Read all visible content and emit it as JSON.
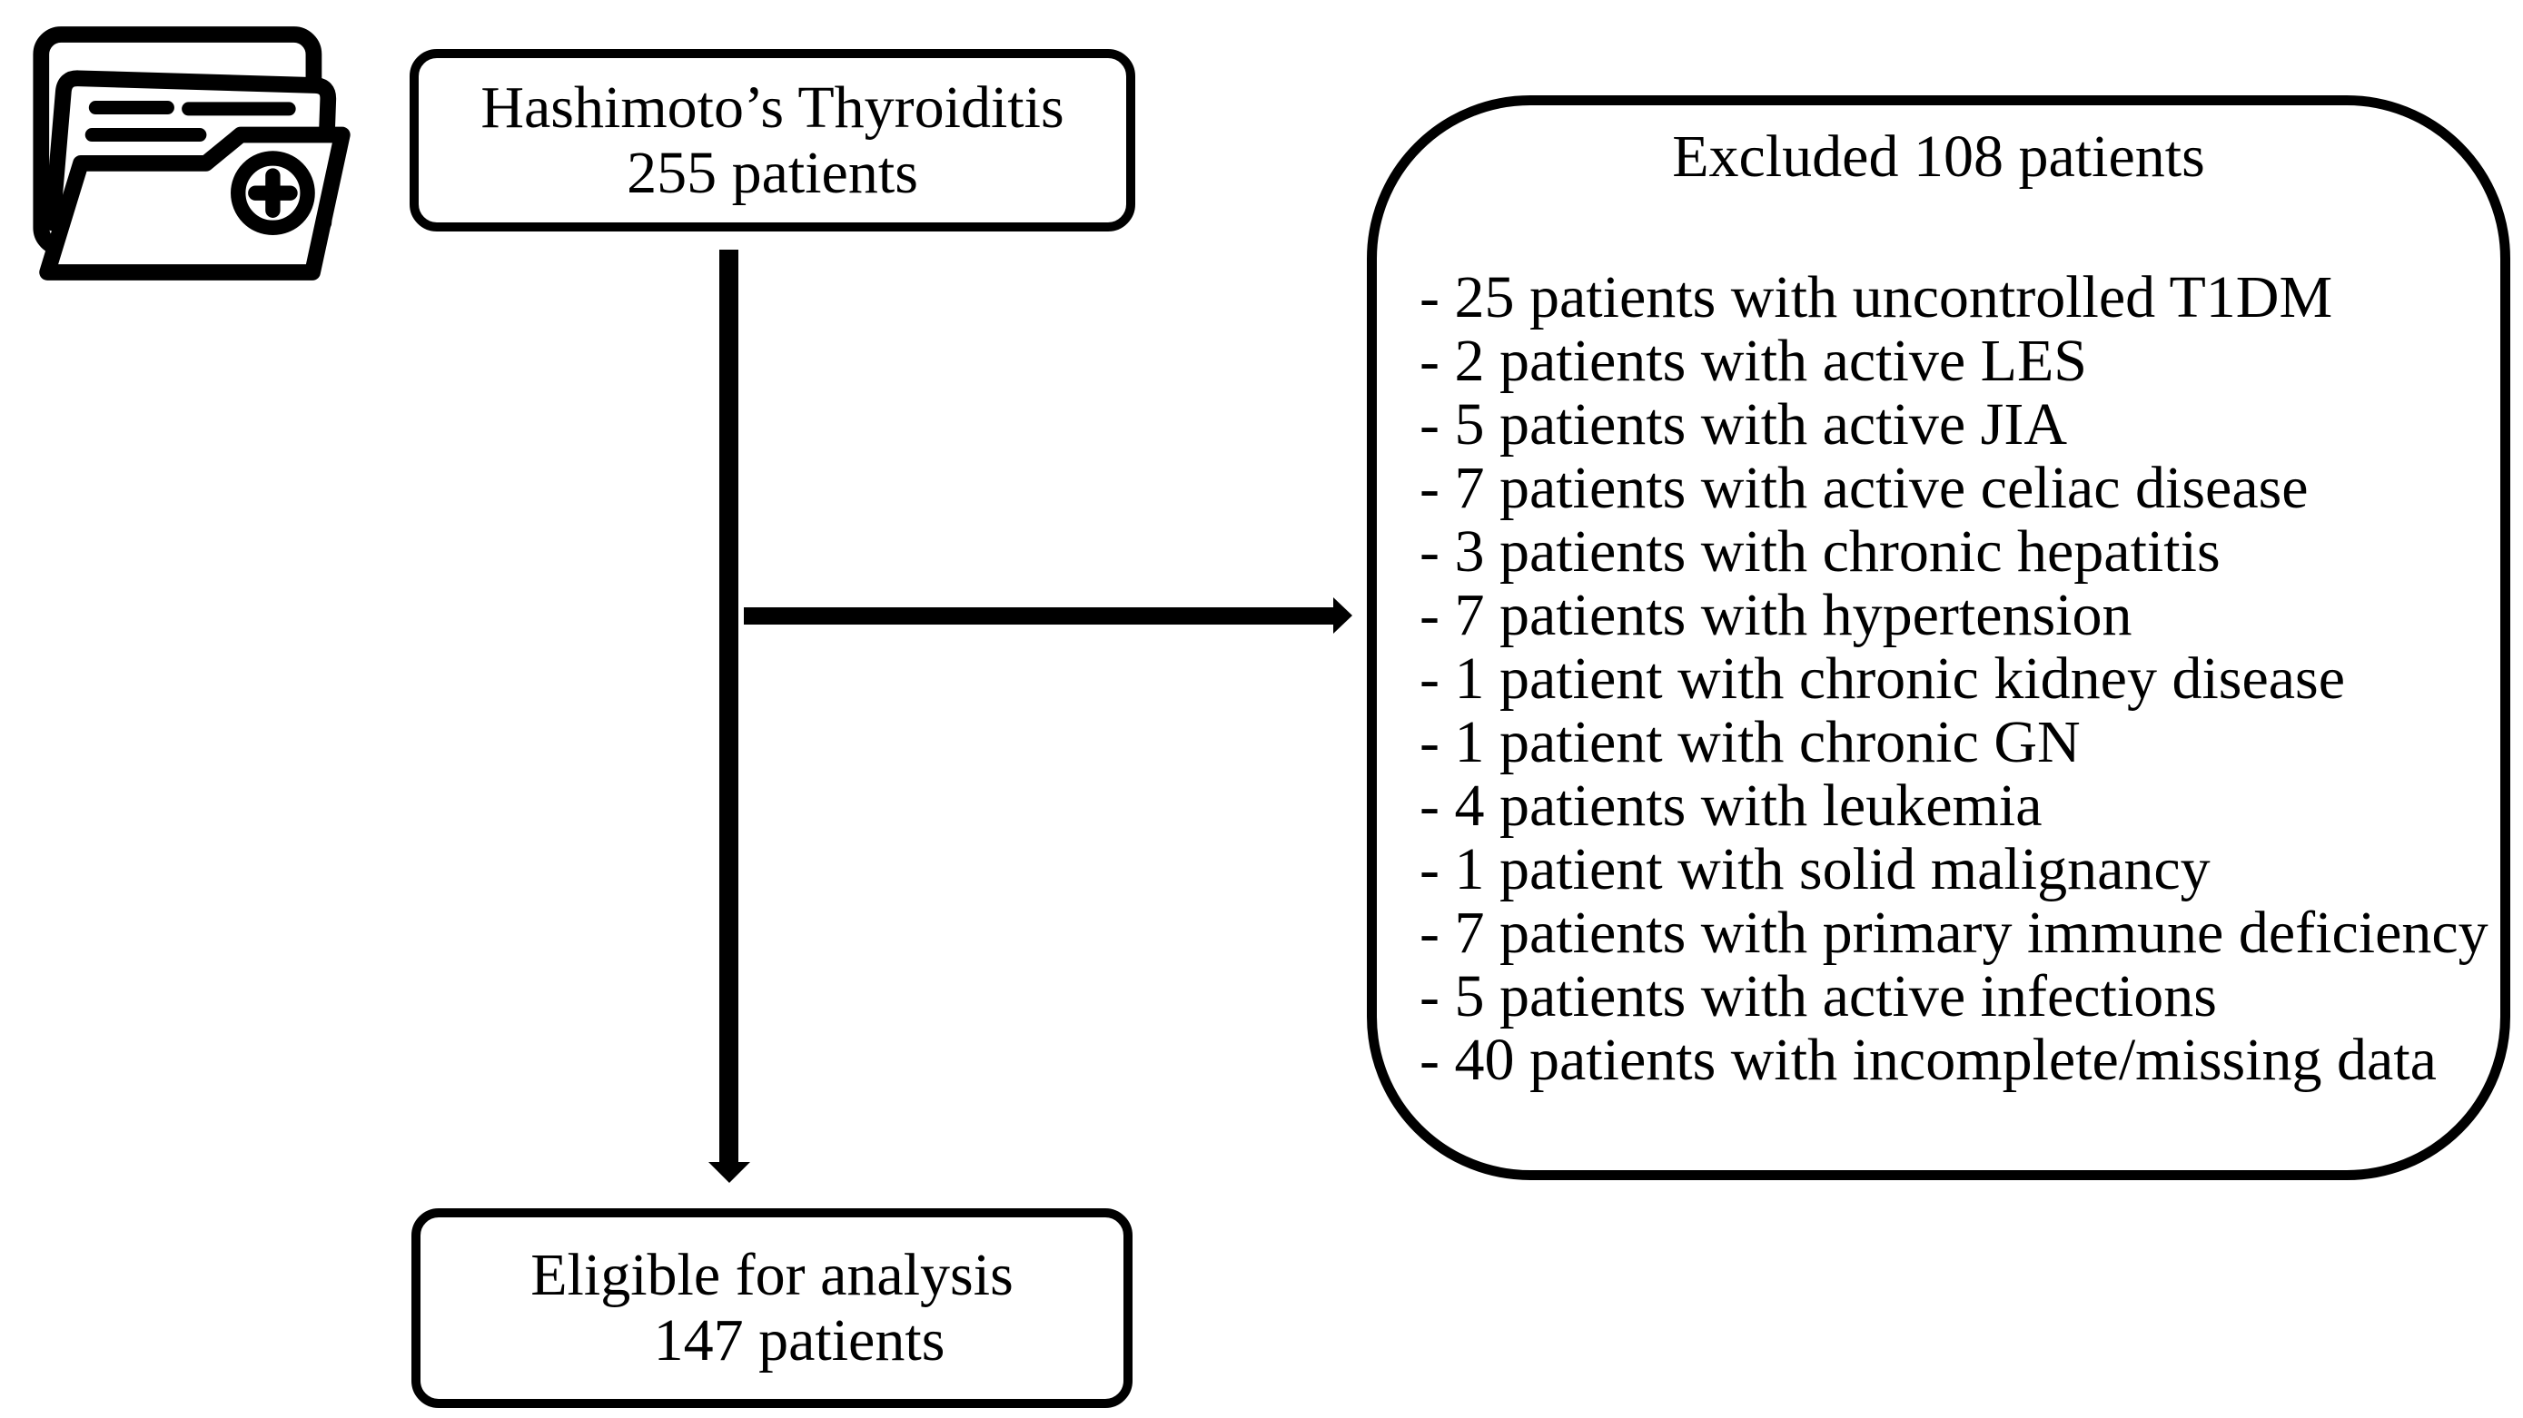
{
  "source_box": {
    "title": "Hashimoto’s Thyroiditis",
    "subtitle": "255 patients"
  },
  "excluded_box": {
    "title": "Excluded 108 patients",
    "items": [
      "- 25 patients with uncontrolled T1DM",
      "- 2 patients with active LES",
      "- 5 patients with active JIA",
      "- 7 patients with active celiac disease",
      "- 3 patients with chronic hepatitis",
      "- 7 patients with hypertension",
      "- 1 patient with chronic kidney disease",
      "- 1 patient with chronic GN",
      "- 4 patients with leukemia",
      "- 1 patient with solid malignancy",
      "- 7 patients with primary immune deficiency",
      "- 5 patients with active infections",
      "- 40 patients with incomplete/missing data"
    ]
  },
  "eligible_box": {
    "title": "Eligible for analysis",
    "subtitle": "147 patients"
  },
  "icons": {
    "folder_icon": "medical-records-folder-add"
  },
  "colors": {
    "stroke": "#000000",
    "background": "#ffffff",
    "text": "#000000"
  }
}
